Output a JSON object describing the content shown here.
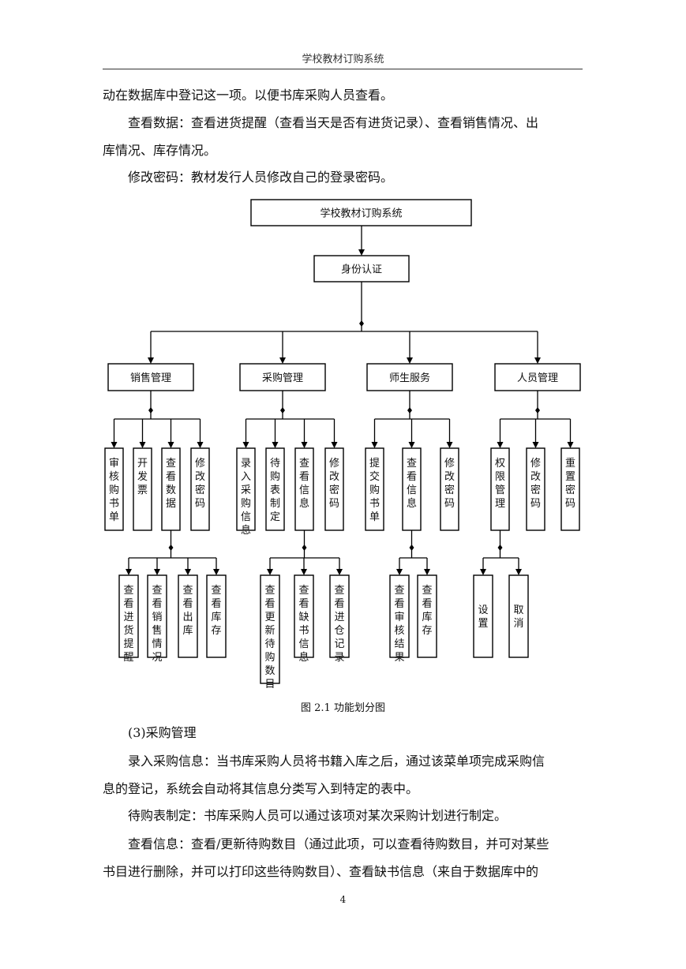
{
  "header": {
    "title": "学校教材订购系统"
  },
  "top_paragraphs": [
    "动在数据库中登记这一项。以便书库采购人员查看。",
    "查看数据：查看进货提醒（查看当天是否有进货记录）、查看销售情况、出",
    "库情况、库存情况。",
    "修改密码：教材发行人员修改自己的登录密码。"
  ],
  "diagram": {
    "root": "学校教材订购系统",
    "auth": "身份认证",
    "modules": [
      {
        "label": "销售管理",
        "children": [
          {
            "label": "审核购书单"
          },
          {
            "label": "开发票"
          },
          {
            "label": "查看数据",
            "children": [
              "查看进货提醒",
              "查看销售情况",
              "查看出库",
              "查看库存"
            ]
          },
          {
            "label": "修改密码"
          }
        ]
      },
      {
        "label": "采购管理",
        "children": [
          {
            "label": "录入采购信息"
          },
          {
            "label": "待购表制定"
          },
          {
            "label": "查看信息",
            "children": [
              "查看更新待购数目",
              "查看缺书信息",
              "查看进仓记录"
            ]
          },
          {
            "label": "修改密码"
          }
        ]
      },
      {
        "label": "师生服务",
        "children": [
          {
            "label": "提交购书单"
          },
          {
            "label": "查看信息",
            "children": [
              "查看审核结果",
              "查看库存"
            ]
          },
          {
            "label": "修改密码"
          }
        ]
      },
      {
        "label": "人员管理",
        "children": [
          {
            "label": "权限管理",
            "children": [
              "设置",
              "取消"
            ]
          },
          {
            "label": "修改密码"
          },
          {
            "label": "重置密码"
          }
        ]
      }
    ],
    "caption": "图 2.1  功能划分图"
  },
  "bottom_paragraphs": [
    "(3)采购管理",
    "录入采购信息：当书库采购人员将书籍入库之后，通过该菜单项完成采购信",
    "息的登记，系统会自动将其信息分类写入到特定的表中。",
    "待购表制定：书库采购人员可以通过该项对某次采购计划进行制定。",
    "查看信息：查看/更新待购数目（通过此项，可以查看待购数目，并可对某些",
    "书目进行删除，并可以打印这些待购数目）、查看缺书信息（来自于数据库中的"
  ],
  "page_number": "4"
}
